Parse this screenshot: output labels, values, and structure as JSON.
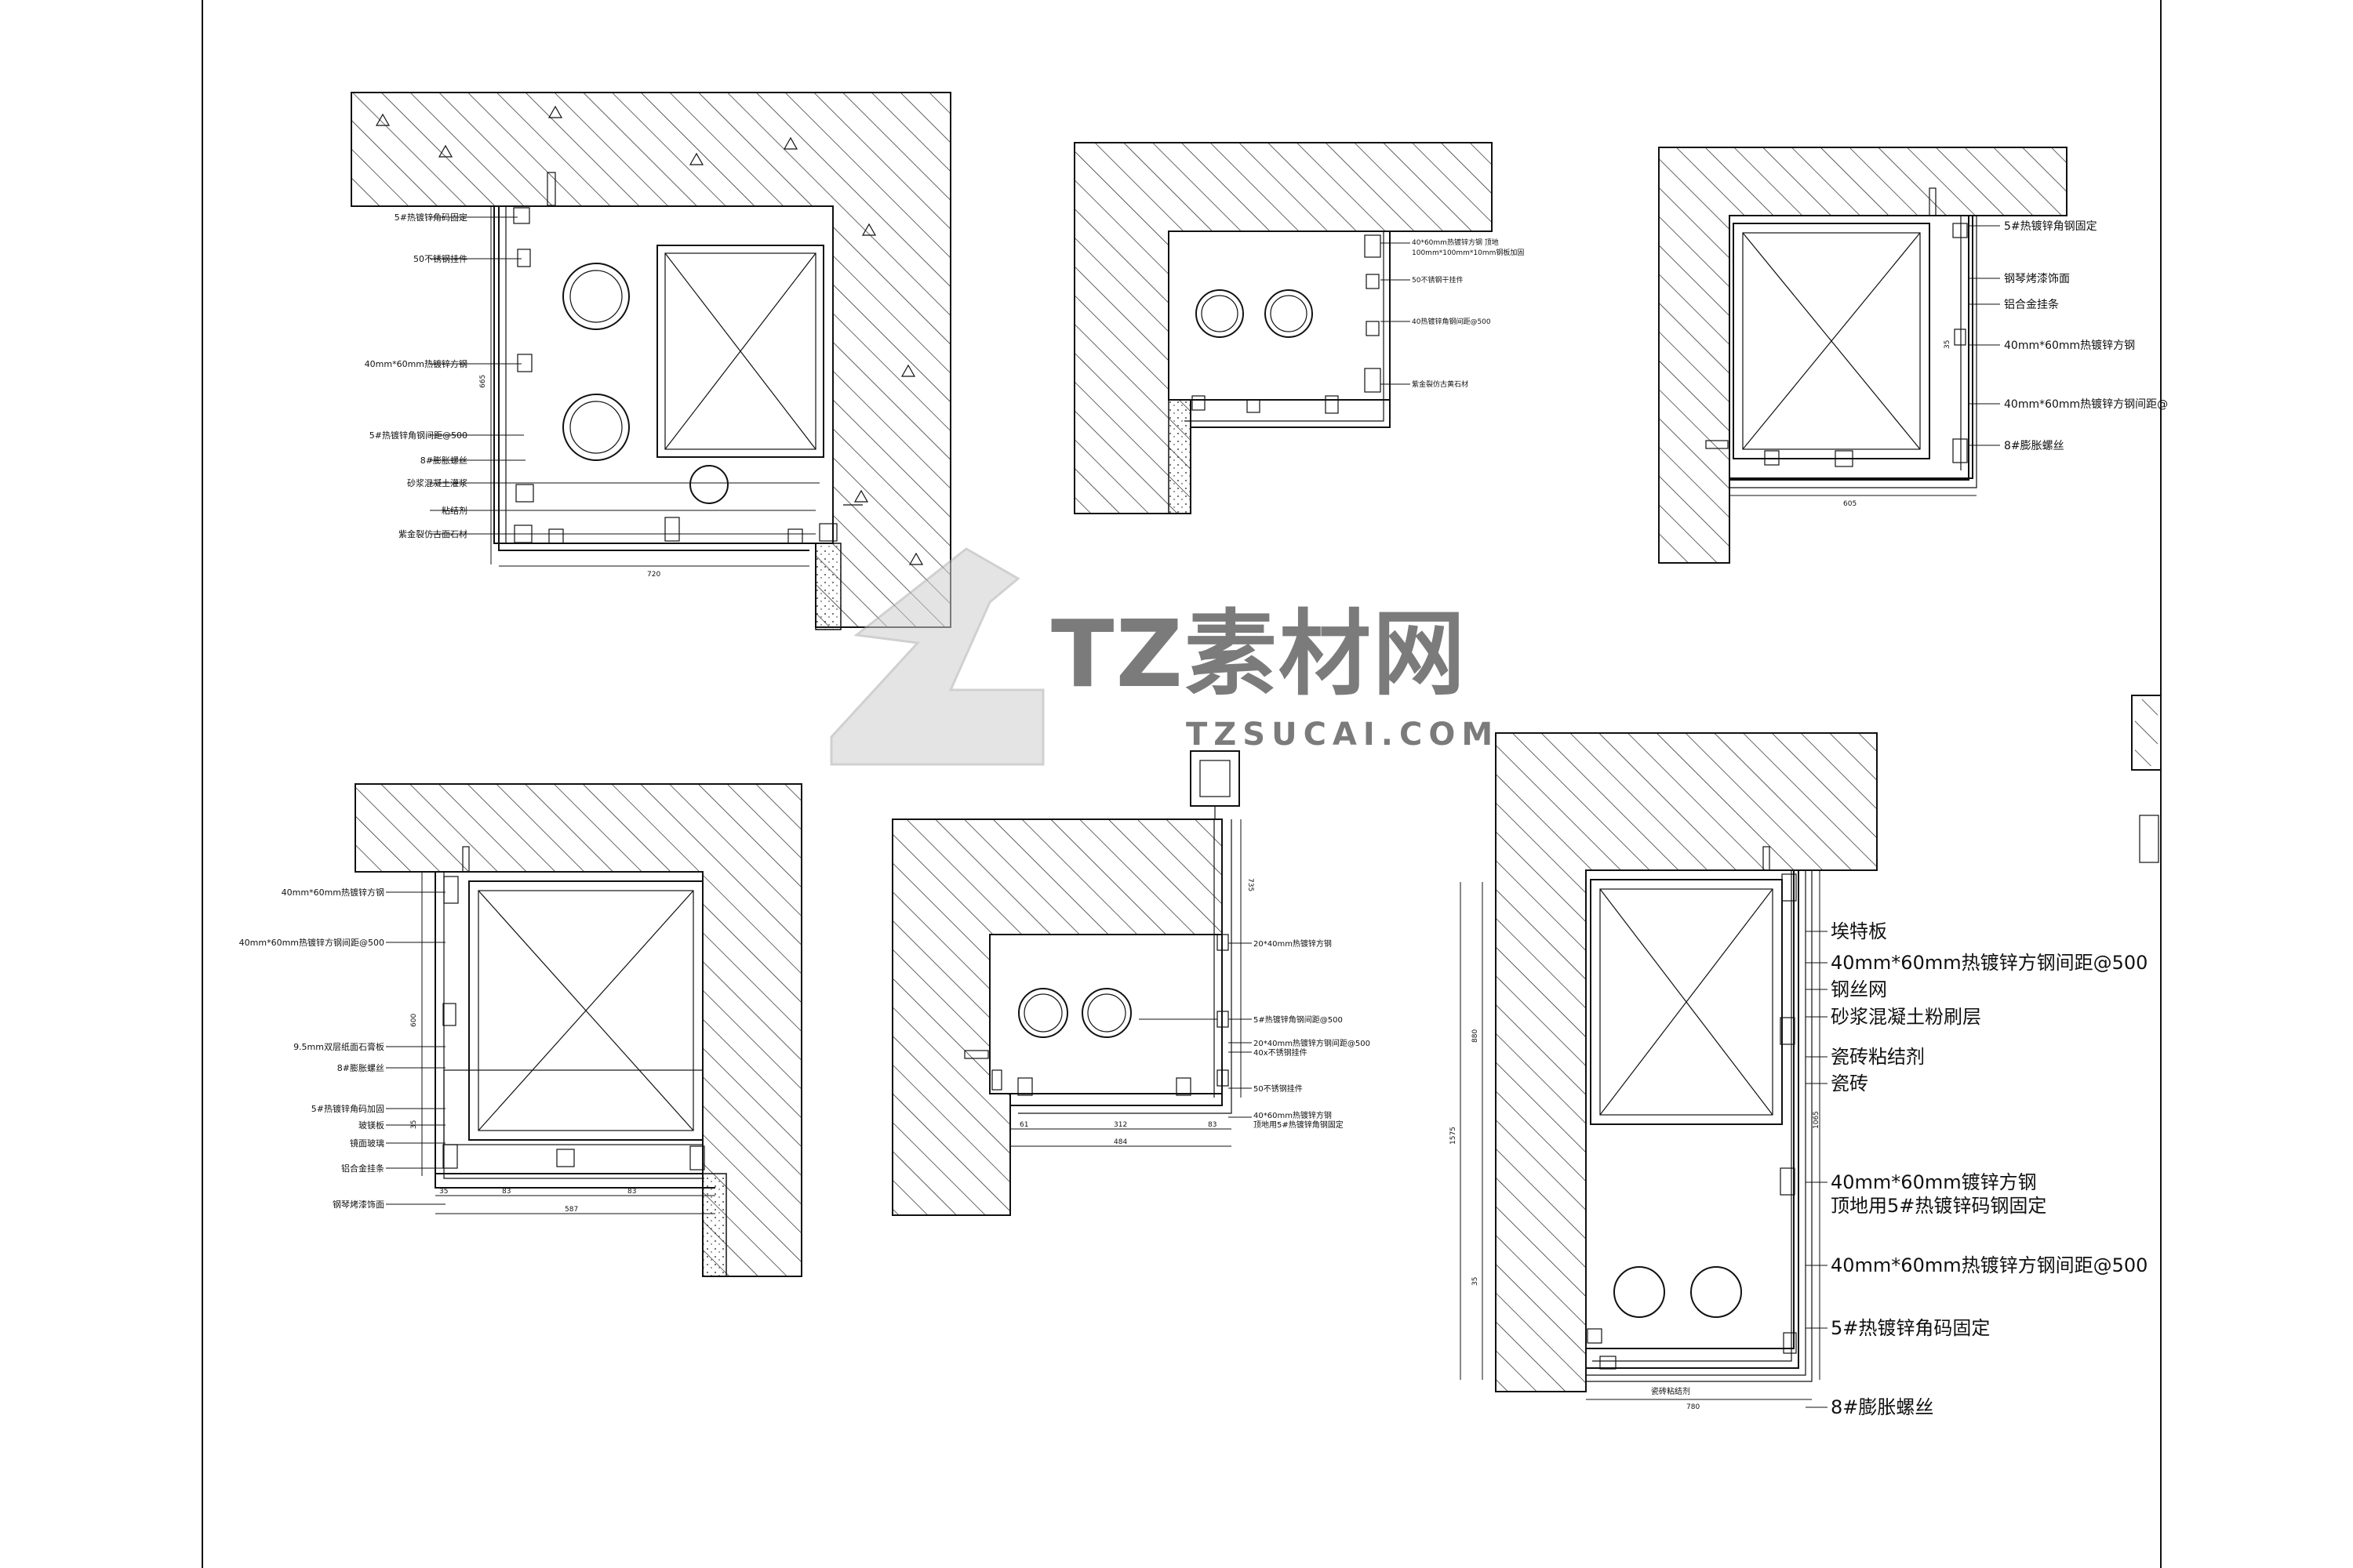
{
  "detail_a": {
    "labels": [
      "5#热镀锌角码固定",
      "50不锈钢挂件",
      "40mm*60mm热镀锌方钢",
      "5#热镀锌角钢间距@500",
      "8#膨胀螺丝",
      "砂浆混凝土灌浆",
      "粘结剂",
      "紫金裂仿古面石材"
    ],
    "dims": [
      "665",
      "720"
    ]
  },
  "detail_b": {
    "labels": [
      "40*60mm热镀锌方钢 顶地",
      "100mm*100mm*10mm钢板加固",
      "50不锈钢干挂件",
      "40热镀锌角钢间距@500",
      "紫金裂仿古黄石材"
    ]
  },
  "detail_c": {
    "labels": [
      "5#热镀锌角钢固定",
      "钢琴烤漆饰面",
      "铝合金挂条",
      "40mm*60mm热镀锌方钢",
      "40mm*60mm热镀锌方钢间距@",
      "8#膨胀螺丝"
    ],
    "dims": [
      "605",
      "35"
    ]
  },
  "detail_d": {
    "labels": [
      "40mm*60mm热镀锌方钢",
      "40mm*60mm热镀锌方钢间距@500",
      "9.5mm双层纸面石膏板",
      "8#膨胀螺丝",
      "5#热镀锌角码加固",
      "玻镁板",
      "镜面玻璃",
      "铝合金挂条",
      "钢琴烤漆饰面"
    ],
    "dims": [
      "600",
      "35",
      "83",
      "83",
      "587"
    ]
  },
  "detail_e": {
    "labels": [
      "20*40mm热镀锌方钢",
      "5#热镀锌角钢间距@500",
      "20*40mm热镀锌方钢间距@500",
      "40x不锈钢挂件",
      "50不锈钢挂件",
      "40*60mm热镀锌方钢",
      "顶地用5#热镀锌角钢固定"
    ],
    "dims": [
      "61",
      "312",
      "83",
      "484",
      "735"
    ]
  },
  "detail_f": {
    "labels": [
      "埃特板",
      "40mm*60mm热镀锌方钢间距@500",
      "钢丝网",
      "砂浆混凝土粉刷层",
      "瓷砖粘结剂",
      "瓷砖",
      "40mm*60mm镀锌方钢",
      "顶地用5#热镀锌码钢固定",
      "40mm*60mm热镀锌方钢间距@500",
      "5#热镀锌角码固定",
      "8#膨胀螺丝"
    ],
    "bottom_note": "瓷砖粘结剂",
    "dims": [
      "1575",
      "880",
      "35",
      "1065",
      "780"
    ]
  },
  "watermark": {
    "logo_text": "TZ素材网",
    "url": "TZSUCAI.COM"
  },
  "colors": {
    "line": "#111111",
    "watermark": "#bdbdbd",
    "paper": "#ffffff"
  }
}
